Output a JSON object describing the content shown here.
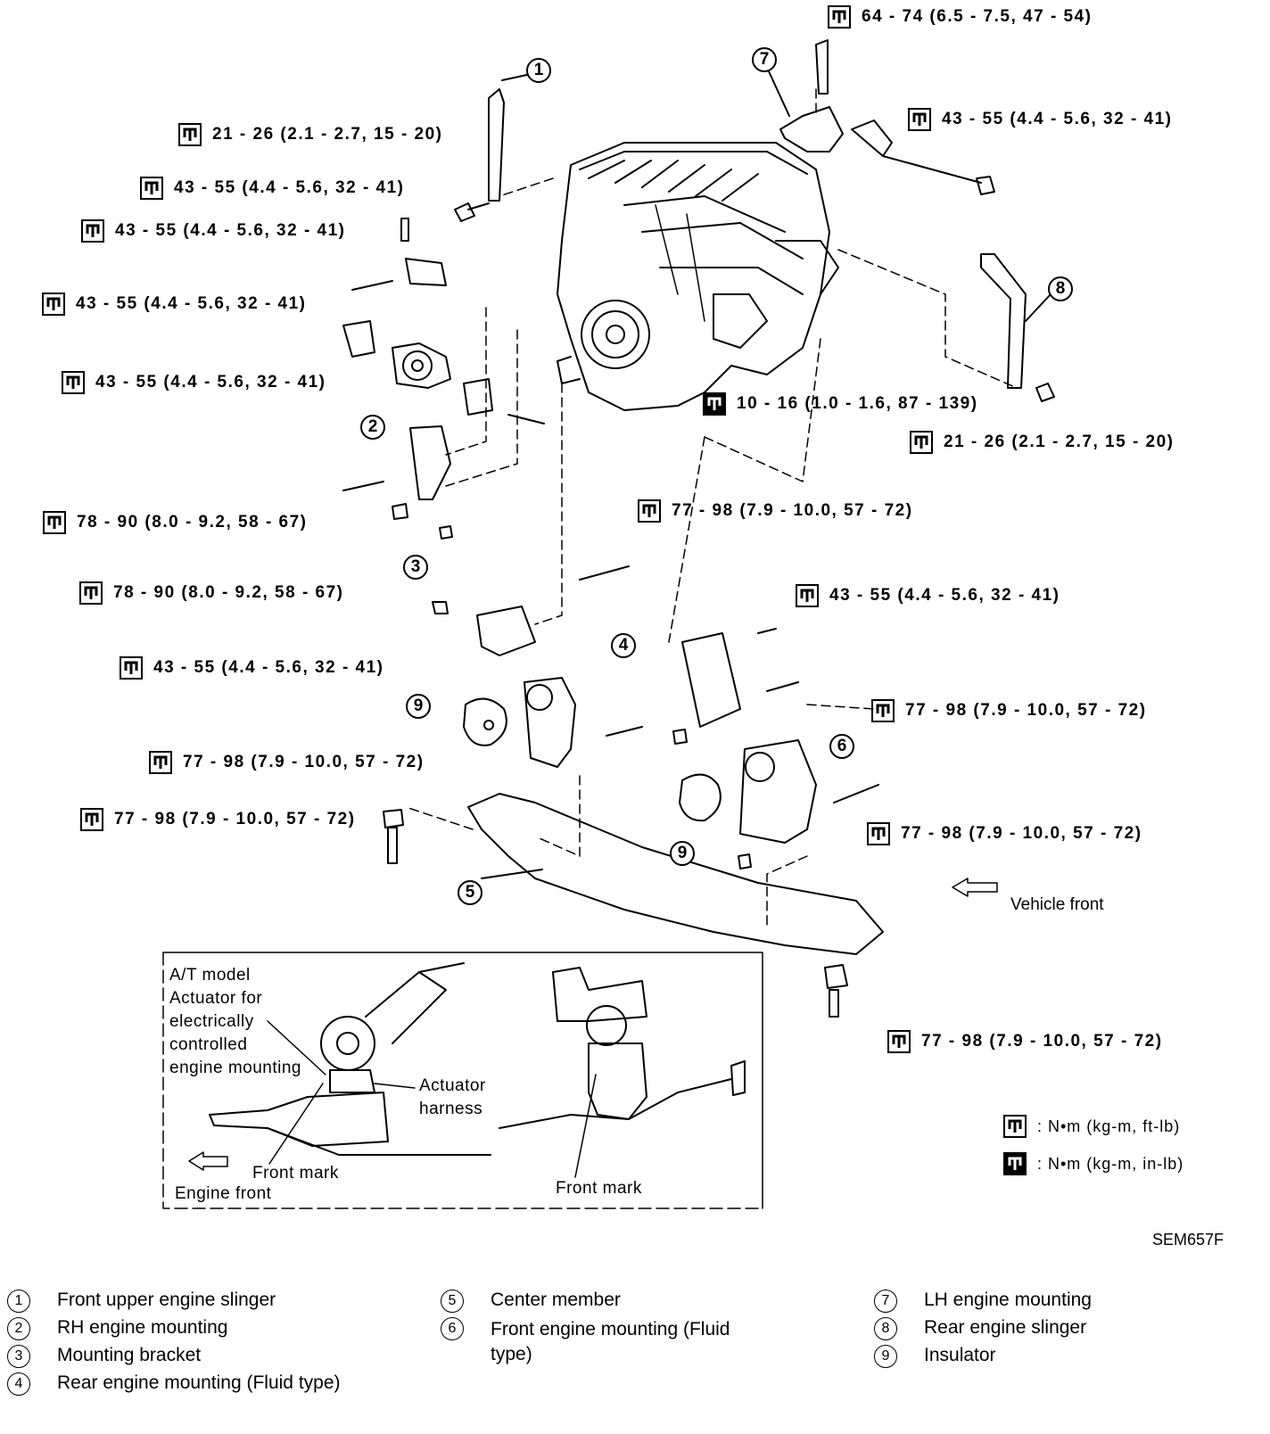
{
  "torque_labels": [
    {
      "id": "t1",
      "icon": "torque-icon",
      "text": "64 - 74 (6.5 - 7.5, 47 - 54)"
    },
    {
      "id": "t2",
      "icon": "torque-icon",
      "text": "43 - 55 (4.4 - 5.6, 32 - 41)"
    },
    {
      "id": "t3",
      "icon": "torque-icon",
      "text": "21 - 26 (2.1 - 2.7, 15 - 20)"
    },
    {
      "id": "t4",
      "icon": "torque-icon",
      "text": "43 - 55 (4.4 - 5.6, 32 - 41)"
    },
    {
      "id": "t5",
      "icon": "torque-icon",
      "text": "43 - 55 (4.4 - 5.6, 32 - 41)"
    },
    {
      "id": "t6",
      "icon": "torque-icon",
      "text": "43 - 55 (4.4 - 5.6, 32 - 41)"
    },
    {
      "id": "t7",
      "icon": "torque-icon",
      "text": "43 - 55 (4.4 - 5.6, 32 - 41)"
    },
    {
      "id": "t8",
      "icon": "torque-inlb-icon",
      "text": "10 - 16 (1.0 - 1.6, 87 - 139)"
    },
    {
      "id": "t9",
      "icon": "torque-icon",
      "text": "21 - 26 (2.1 - 2.7, 15 - 20)"
    },
    {
      "id": "t10",
      "icon": "torque-icon",
      "text": "78 - 90 (8.0 - 9.2, 58 - 67)"
    },
    {
      "id": "t11",
      "icon": "torque-icon",
      "text": "77 - 98 (7.9 - 10.0, 57 - 72)"
    },
    {
      "id": "t12",
      "icon": "torque-icon",
      "text": "78 - 90 (8.0 - 9.2, 58 - 67)"
    },
    {
      "id": "t13",
      "icon": "torque-icon",
      "text": "43 - 55 (4.4 - 5.6, 32 - 41)"
    },
    {
      "id": "t14",
      "icon": "torque-icon",
      "text": "43 - 55 (4.4 - 5.6, 32 - 41)"
    },
    {
      "id": "t15",
      "icon": "torque-icon",
      "text": "77 - 98 (7.9 - 10.0, 57 - 72)"
    },
    {
      "id": "t16",
      "icon": "torque-icon",
      "text": "77 - 98 (7.9 - 10.0, 57 - 72)"
    },
    {
      "id": "t17",
      "icon": "torque-icon",
      "text": "77 - 98 (7.9 - 10.0, 57 - 72)"
    },
    {
      "id": "t18",
      "icon": "torque-icon",
      "text": "77 - 98 (7.9 - 10.0, 57 - 72)"
    },
    {
      "id": "t19",
      "icon": "torque-icon",
      "text": "77 - 98 (7.9 - 10.0, 57 - 72)"
    }
  ],
  "callouts": [
    "1",
    "7",
    "8",
    "2",
    "3",
    "4",
    "9",
    "6",
    "9",
    "5"
  ],
  "vehicle_front": "Vehicle front",
  "inset": {
    "model": "A/T model",
    "actuator_label": "Actuator for\nelectrically\ncontrolled\nengine mounting",
    "harness_label": "Actuator\nharness",
    "front_mark_left": "Front mark",
    "engine_front": "Engine front",
    "front_mark_right": "Front mark"
  },
  "units": [
    {
      "icon": "torque-icon",
      "text": ": N•m (kg-m, ft-lb)"
    },
    {
      "icon": "torque-inlb-icon",
      "text": ": N•m (kg-m, in-lb)"
    }
  ],
  "figure_id": "SEM657F",
  "legend": [
    {
      "num": "1",
      "label": "Front upper engine slinger"
    },
    {
      "num": "2",
      "label": "RH engine mounting"
    },
    {
      "num": "3",
      "label": "Mounting bracket"
    },
    {
      "num": "4",
      "label": "Rear engine mounting (Fluid type)"
    },
    {
      "num": "5",
      "label": "Center member"
    },
    {
      "num": "6",
      "label": "Front engine mounting (Fluid type)"
    },
    {
      "num": "7",
      "label": "LH engine mounting"
    },
    {
      "num": "8",
      "label": "Rear engine slinger"
    },
    {
      "num": "9",
      "label": "Insulator"
    }
  ]
}
